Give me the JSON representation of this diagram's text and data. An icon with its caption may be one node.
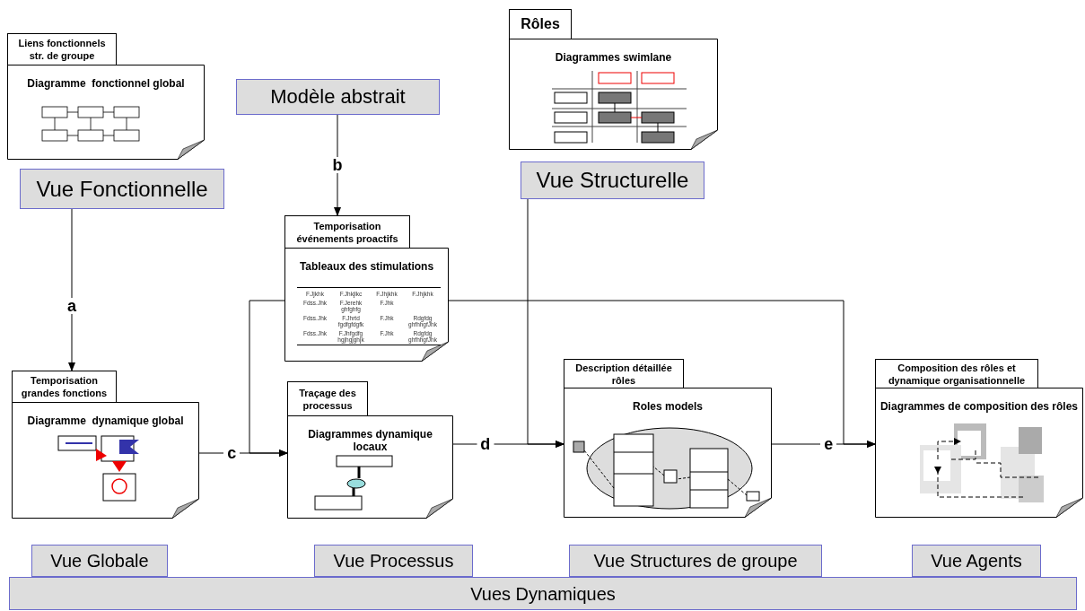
{
  "diagram": {
    "nodes": [
      {
        "text": [
          "Liens fonctionnels str. de groupe",
          "Diagramme  fonctionnel global"
        ]
      },
      {
        "text": [
          "Vue Fonctionnelle"
        ]
      },
      {
        "text": [
          "Modèle abstrait"
        ]
      },
      {
        "text": [
          "Rôles",
          "Diagrammes swimlane"
        ]
      },
      {
        "text": [
          "Vue Structurelle"
        ]
      },
      {
        "text": [
          "Temporisation événements proactifs",
          "Tableaux des stimulations"
        ]
      },
      {
        "text": [
          "Temporisation grandes fonctions",
          "Diagramme  dynamique global"
        ]
      },
      {
        "text": [
          "Traçage des processus",
          "Diagrammes dynamique locaux"
        ]
      },
      {
        "text": [
          "Description détaillée rôles",
          "Roles models"
        ]
      },
      {
        "text": [
          "Composition des rôles et dynamique organisationnelle",
          "Diagrammes de composition des rôles"
        ]
      },
      {
        "text": [
          "Vue Globale"
        ]
      },
      {
        "text": [
          "Vue Processus"
        ]
      },
      {
        "text": [
          "Vue Structures de groupe"
        ]
      },
      {
        "text": [
          "Vue Agents"
        ]
      },
      {
        "text": [
          "Vues Dynamiques"
        ]
      }
    ],
    "edges": [
      {
        "from": 1,
        "to": 6,
        "arrow": "to",
        "label": "a"
      },
      {
        "from": 2,
        "to": 5,
        "arrow": "to",
        "label": "b"
      },
      {
        "from": 6,
        "to": 7,
        "arrow": "to",
        "label": "c"
      },
      {
        "from": 5,
        "to": 7,
        "arrow": "to"
      },
      {
        "from": 7,
        "to": 8,
        "arrow": "to",
        "label": "d"
      },
      {
        "from": 4,
        "to": 8,
        "arrow": "to"
      },
      {
        "from": 8,
        "to": 9,
        "arrow": "to",
        "label": "e"
      },
      {
        "from": 5,
        "to": 9,
        "arrow": "to"
      }
    ],
    "labels": [
      "F.Jjkhk",
      "F.Jhkjlkc",
      "F.Jhjkhk",
      "F.Jhjkhk",
      "Fdss.Jhk",
      "F.Jerehk ghfghfg",
      "F.Jhk",
      "Fdss.Jhk",
      "F.Jhrtd fgdfgfdgfk",
      "F.Jhk",
      "Rdgfdg ghfhhgfJhk",
      "Fdss.Jhk",
      "F.Jhfgdfg hgjhgjghjk",
      "F.Jhk",
      "Rdgfdg ghfhhgfJhk"
    ]
  }
}
